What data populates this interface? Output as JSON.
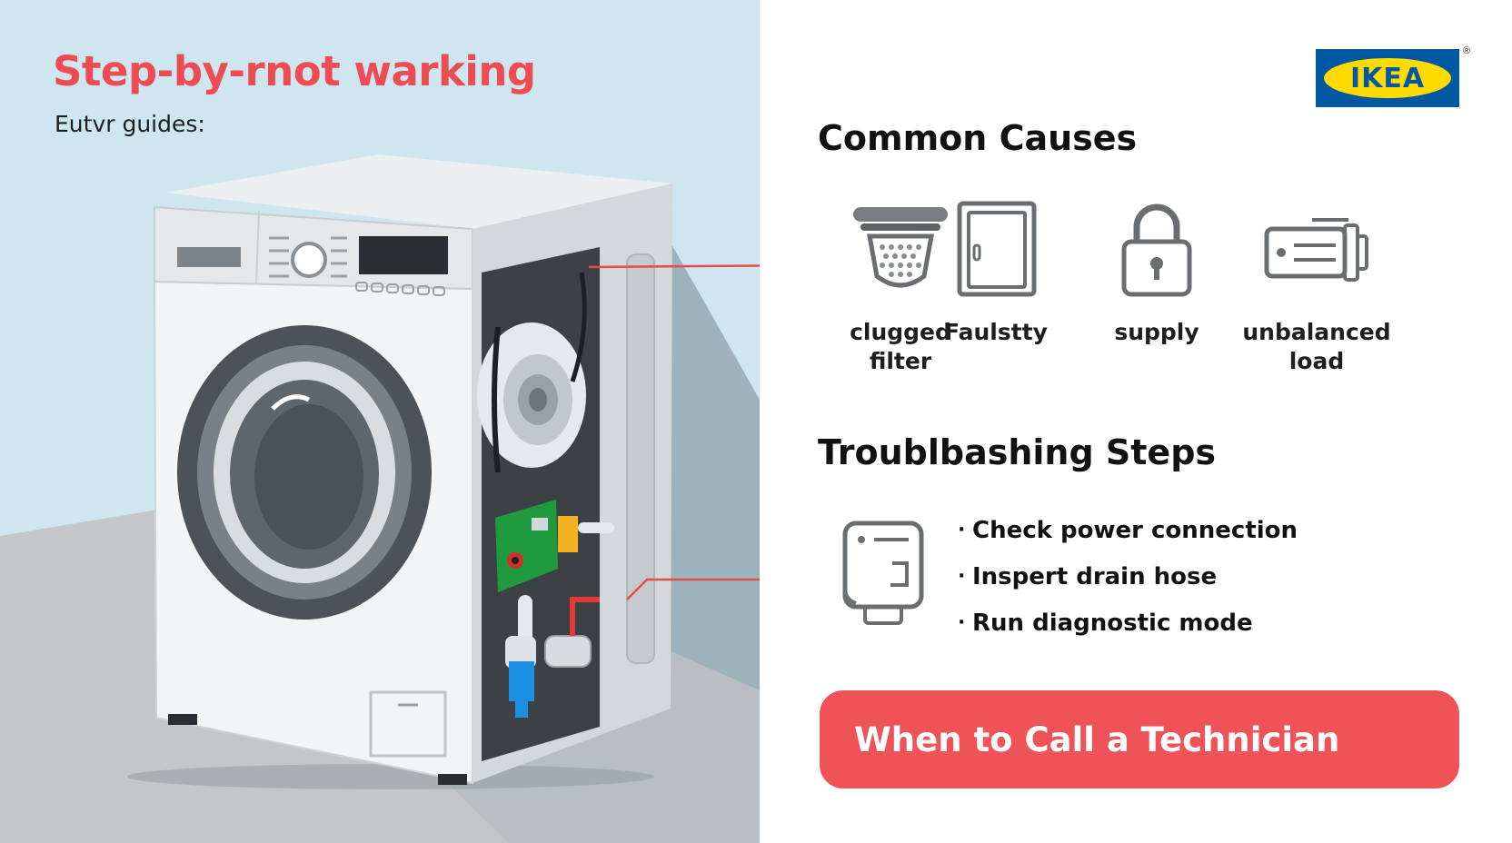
{
  "header": {
    "headline": "Step-by-rnot warking",
    "subline": "Eutvr guides:"
  },
  "brand": {
    "logo_text": "IKEA",
    "registered": "®",
    "colors": {
      "blue": "#0058a3",
      "yellow": "#ffdb00"
    }
  },
  "causes": {
    "title": "Common Causes",
    "items": [
      {
        "icon": "filter-icon",
        "label": "clugged filter"
      },
      {
        "icon": "door-icon",
        "label": "Faulstty"
      },
      {
        "icon": "lock-icon",
        "label": "supply"
      },
      {
        "icon": "motor-icon",
        "label": "unbalanced load"
      }
    ]
  },
  "steps": {
    "title": "Troublbashing Steps",
    "icon": "appliance-icon",
    "items": [
      "Check power connection",
      "Inspert drain hose",
      "Run diagnostic mode"
    ]
  },
  "cta": {
    "label": "When to Call a Technician"
  },
  "theme": {
    "accent": "#ef5257",
    "sky": "#cde6f0",
    "floor": "#c4c6c8"
  }
}
